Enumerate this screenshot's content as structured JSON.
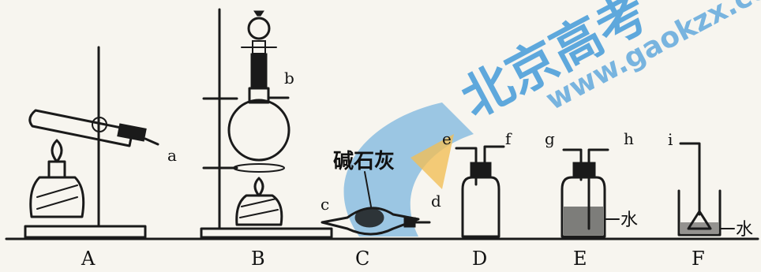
{
  "labels": {
    "apparatus": [
      "A",
      "B",
      "C",
      "D",
      "E",
      "F"
    ],
    "ports": [
      "a",
      "b",
      "c",
      "d",
      "e",
      "f",
      "g",
      "h",
      "i"
    ],
    "soda_lime": "碱石灰",
    "water_E": "水",
    "water_F": "水"
  },
  "watermark": {
    "cn": "北京高考",
    "url": "www.gaokzx.co",
    "color": "#2f8fd6",
    "accent": "#f0b43c"
  }
}
